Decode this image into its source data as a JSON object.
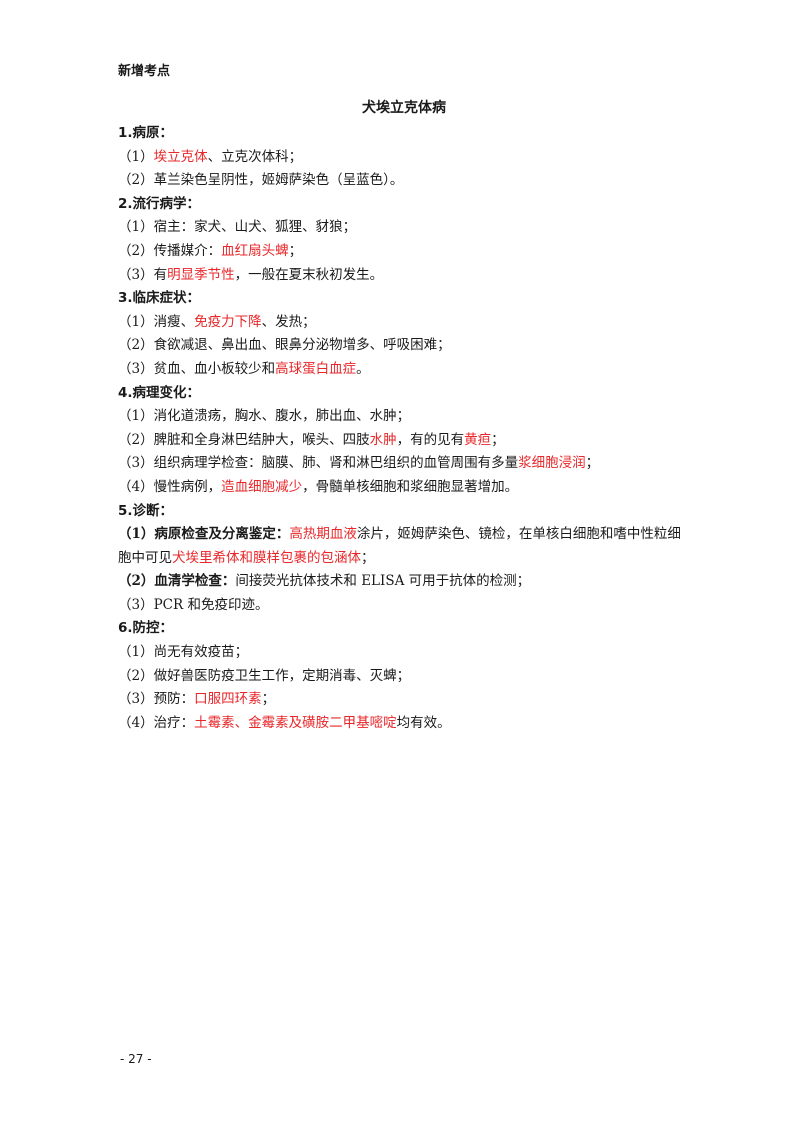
{
  "header": {
    "tag": "新增考点"
  },
  "title": "犬埃立克体病",
  "lines": [
    {
      "type": "section",
      "segments": [
        {
          "text": "1.病原："
        }
      ]
    },
    {
      "segments": [
        {
          "text": "（1）"
        },
        {
          "text": "埃立克体",
          "color": "red"
        },
        {
          "text": "、立克次体科；"
        }
      ]
    },
    {
      "segments": [
        {
          "text": "（2）革兰染色呈阴性，姬姆萨染色（呈蓝色）。"
        }
      ]
    },
    {
      "type": "section",
      "segments": [
        {
          "text": "2.流行病学："
        }
      ]
    },
    {
      "segments": [
        {
          "text": "（1）宿主：家犬、山犬、狐狸、豺狼；"
        }
      ]
    },
    {
      "segments": [
        {
          "text": "（2）传播媒介："
        },
        {
          "text": "血红扇头蜱",
          "color": "red"
        },
        {
          "text": "；"
        }
      ]
    },
    {
      "segments": [
        {
          "text": "（3）有"
        },
        {
          "text": "明显季节性",
          "color": "red"
        },
        {
          "text": "，一般在夏末秋初发生。"
        }
      ]
    },
    {
      "type": "section",
      "segments": [
        {
          "text": "3.临床症状："
        }
      ]
    },
    {
      "segments": [
        {
          "text": "（1）消瘦、"
        },
        {
          "text": "免疫力下降",
          "color": "red"
        },
        {
          "text": "、发热；"
        }
      ]
    },
    {
      "segments": [
        {
          "text": "（2）食欲减退、鼻出血、眼鼻分泌物增多、呼吸困难；"
        }
      ]
    },
    {
      "segments": [
        {
          "text": "（3）贫血、血小板较少和"
        },
        {
          "text": "高球蛋白血症",
          "color": "red"
        },
        {
          "text": "。"
        }
      ]
    },
    {
      "type": "section",
      "segments": [
        {
          "text": "4.病理变化："
        }
      ]
    },
    {
      "segments": [
        {
          "text": "（1）消化道溃疡，胸水、腹水，肺出血、水肿；"
        }
      ]
    },
    {
      "segments": [
        {
          "text": "（2）脾脏和全身淋巴结肿大，喉头、四肢"
        },
        {
          "text": "水肿",
          "color": "red"
        },
        {
          "text": "，有的见有"
        },
        {
          "text": "黄疸",
          "color": "red"
        },
        {
          "text": "；"
        }
      ]
    },
    {
      "segments": [
        {
          "text": "（3）组织病理学检查：脑膜、肺、肾和淋巴组织的血管周围有多量"
        },
        {
          "text": "浆细胞浸润",
          "color": "red"
        },
        {
          "text": "；"
        }
      ]
    },
    {
      "segments": [
        {
          "text": "（4）慢性病例，"
        },
        {
          "text": "造血细胞减少",
          "color": "red"
        },
        {
          "text": "，骨髓单核细胞和浆细胞显著增加。"
        }
      ]
    },
    {
      "type": "section",
      "segments": [
        {
          "text": "5.诊断："
        }
      ]
    },
    {
      "wrap": true,
      "segments": [
        {
          "text": "（1）病原检查及分离鉴定：",
          "bold": true
        },
        {
          "text": "高热期血液",
          "color": "red"
        },
        {
          "text": "涂片，姬姆萨染色、镜检，在单核白细胞和嗜中性粒细胞中可见"
        },
        {
          "text": "犬埃里希体和膜样包裹的包涵体",
          "color": "red"
        },
        {
          "text": "；"
        }
      ]
    },
    {
      "segments": [
        {
          "text": "（2）血清学检查：",
          "bold": true
        },
        {
          "text": "间接荧光抗体技术和 ELISA 可用于抗体的检测；"
        }
      ]
    },
    {
      "segments": [
        {
          "text": "（3）PCR 和免疫印迹。"
        }
      ]
    },
    {
      "type": "section",
      "segments": [
        {
          "text": "6.防控："
        }
      ]
    },
    {
      "segments": [
        {
          "text": "（1）尚无有效疫苗；"
        }
      ]
    },
    {
      "segments": [
        {
          "text": "（2）做好兽医防疫卫生工作，定期消毒、灭蜱；"
        }
      ]
    },
    {
      "segments": [
        {
          "text": "（3）预防："
        },
        {
          "text": "口服四环素",
          "color": "red"
        },
        {
          "text": "；"
        }
      ]
    },
    {
      "segments": [
        {
          "text": "（4）治疗："
        },
        {
          "text": "土霉素、金霉素及磺胺二甲基嘧啶",
          "color": "red"
        },
        {
          "text": "均有效。"
        }
      ]
    }
  ],
  "footer": {
    "page_number": "- 27 -"
  },
  "colors": {
    "highlight": "#e8272a",
    "text": "#1a1a1a"
  }
}
